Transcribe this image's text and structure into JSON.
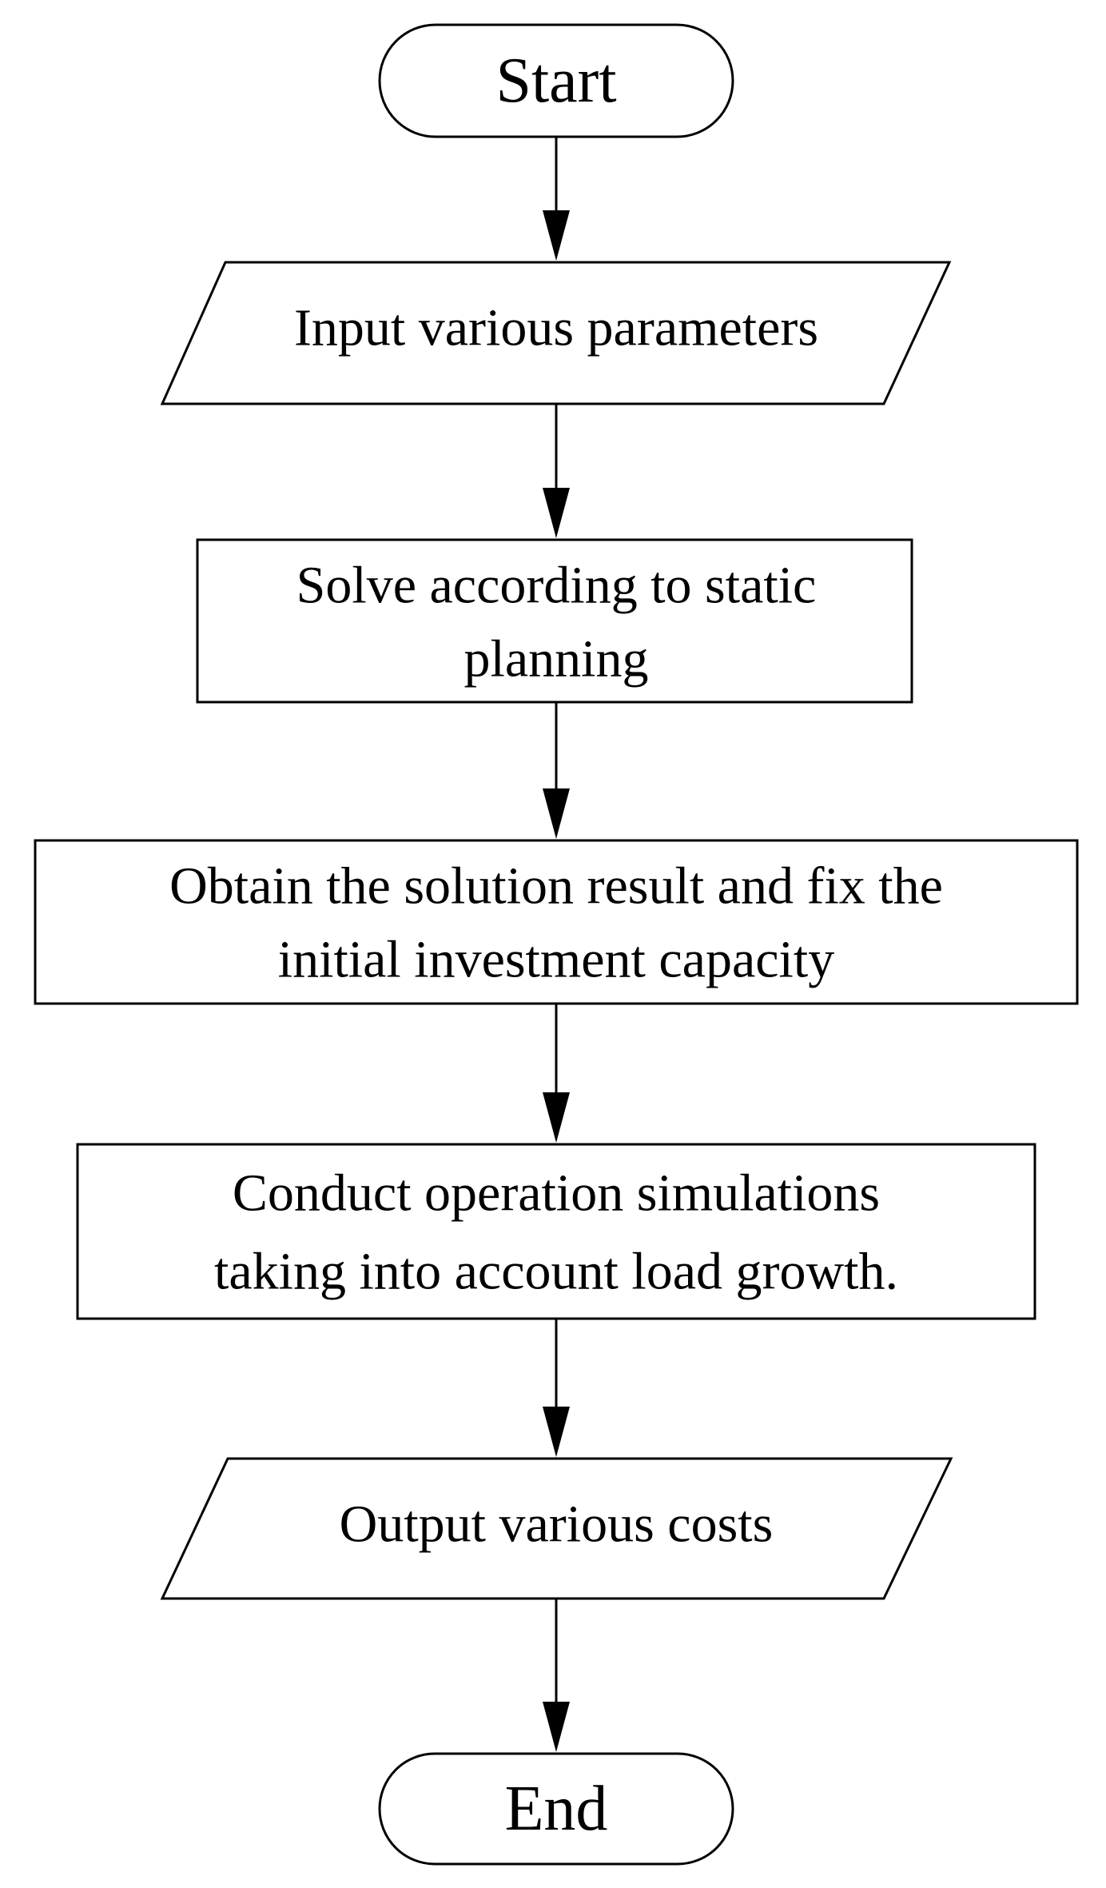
{
  "flowchart": {
    "start": {
      "label": "Start"
    },
    "input": {
      "label": "Input various parameters"
    },
    "solve": {
      "line1": "Solve according to static",
      "line2": "planning"
    },
    "obtain": {
      "line1": "Obtain the solution result and fix the",
      "line2": "initial investment capacity"
    },
    "conduct": {
      "line1": "Conduct operation simulations",
      "line2": "taking into account load growth."
    },
    "output": {
      "label": "Output various costs"
    },
    "end": {
      "label": "End"
    }
  }
}
